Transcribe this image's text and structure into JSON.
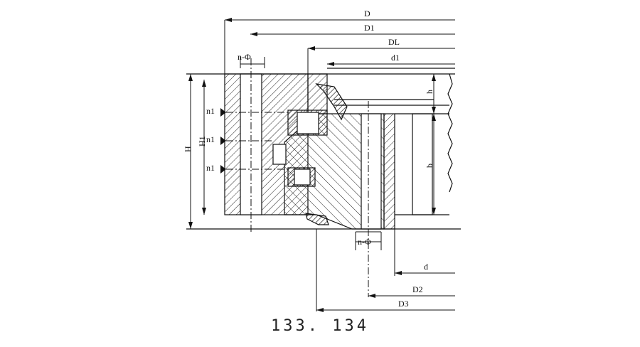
{
  "drawing": {
    "caption": "133. 134",
    "dims": {
      "D": "D",
      "D1": "D1",
      "DL": "DL",
      "d1": "d1",
      "h": "h",
      "b": "b",
      "H": "H",
      "H1": "H1",
      "n1_top": "n1",
      "n1_mid": "n1",
      "n1_bot": "n1",
      "n_phi_top": "n-Φ",
      "n_phi_bottom": "n-Φ",
      "d": "d",
      "D2": "D2",
      "D3": "D3"
    }
  }
}
